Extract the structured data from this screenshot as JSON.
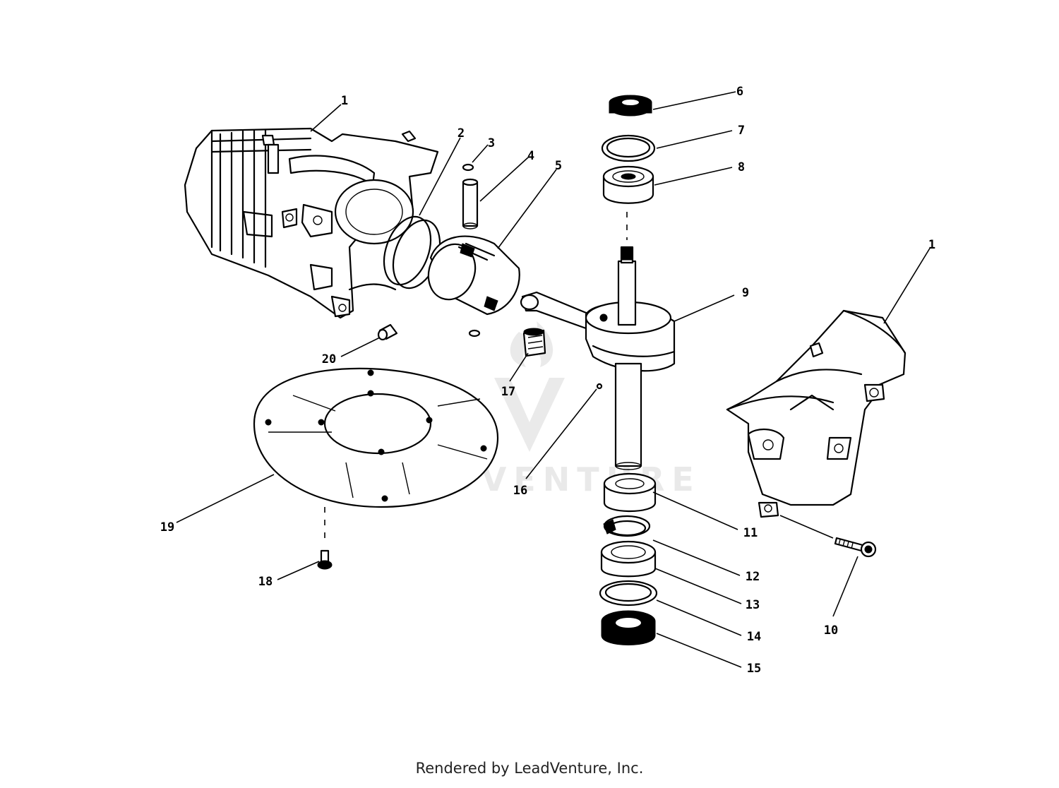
{
  "footer": {
    "credit": "Rendered by LeadVenture, Inc."
  },
  "watermark": {
    "text": "LEADVENTURE"
  },
  "callouts": {
    "c1a": "1",
    "c1b": "1",
    "c2": "2",
    "c3": "3",
    "c4": "4",
    "c5": "5",
    "c6": "6",
    "c7": "7",
    "c8": "8",
    "c9": "9",
    "c10": "10",
    "c11": "11",
    "c12": "12",
    "c13": "13",
    "c14": "14",
    "c15": "15",
    "c16": "16",
    "c17": "17",
    "c18": "18",
    "c19": "19",
    "c20": "20"
  }
}
